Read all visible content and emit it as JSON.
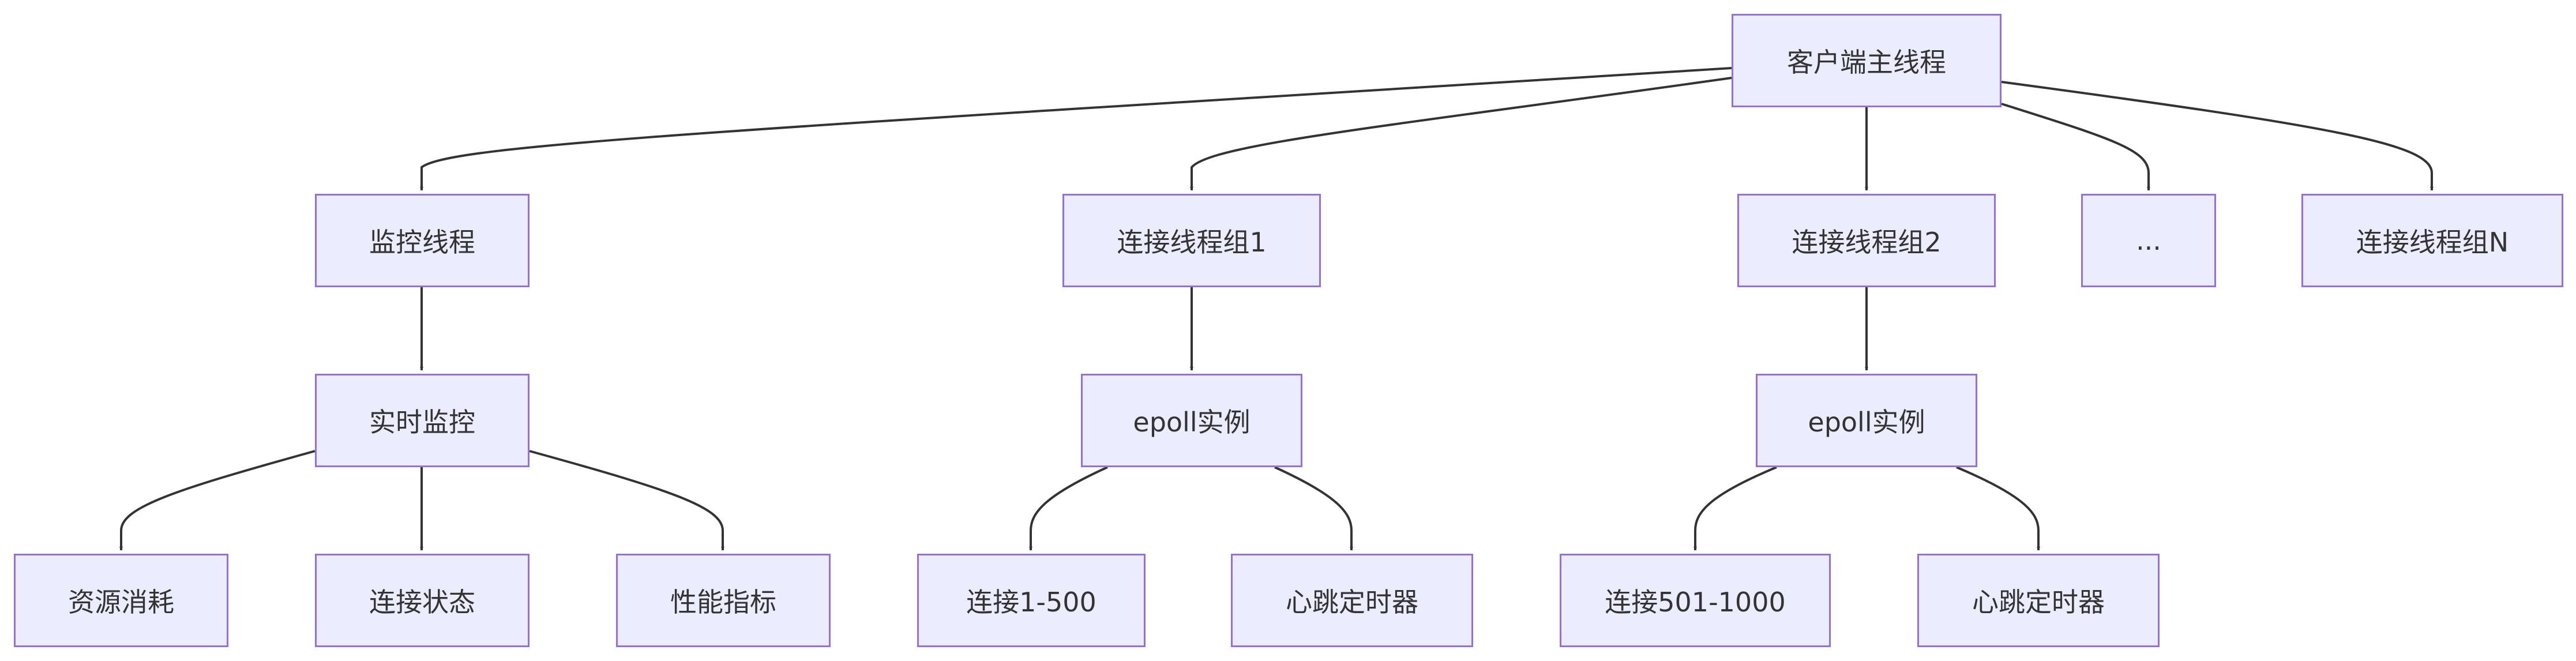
{
  "colors": {
    "node_fill": "#ececff",
    "node_border": "#9370db",
    "edge": "#333333",
    "text": "#333333"
  },
  "nodes": {
    "main_thread": "客户端主线程",
    "monitor_thread": "监控线程",
    "group1": "连接线程组1",
    "group2": "连接线程组2",
    "ellipsis": "...",
    "groupN": "连接线程组N",
    "realtime_monitor": "实时监控",
    "epoll1": "epoll实例",
    "epoll2": "epoll实例",
    "resource": "资源消耗",
    "conn_status": "连接状态",
    "perf": "性能指标",
    "conn_1_500": "连接1-500",
    "heartbeat1": "心跳定时器",
    "conn_501_1000": "连接501-1000",
    "heartbeat2": "心跳定时器"
  },
  "edges": [
    [
      "main_thread",
      "monitor_thread"
    ],
    [
      "main_thread",
      "group1"
    ],
    [
      "main_thread",
      "group2"
    ],
    [
      "main_thread",
      "ellipsis"
    ],
    [
      "main_thread",
      "groupN"
    ],
    [
      "monitor_thread",
      "realtime_monitor"
    ],
    [
      "group1",
      "epoll1"
    ],
    [
      "group2",
      "epoll2"
    ],
    [
      "realtime_monitor",
      "resource"
    ],
    [
      "realtime_monitor",
      "conn_status"
    ],
    [
      "realtime_monitor",
      "perf"
    ],
    [
      "epoll1",
      "conn_1_500"
    ],
    [
      "epoll1",
      "heartbeat1"
    ],
    [
      "epoll2",
      "conn_501_1000"
    ],
    [
      "epoll2",
      "heartbeat2"
    ]
  ]
}
